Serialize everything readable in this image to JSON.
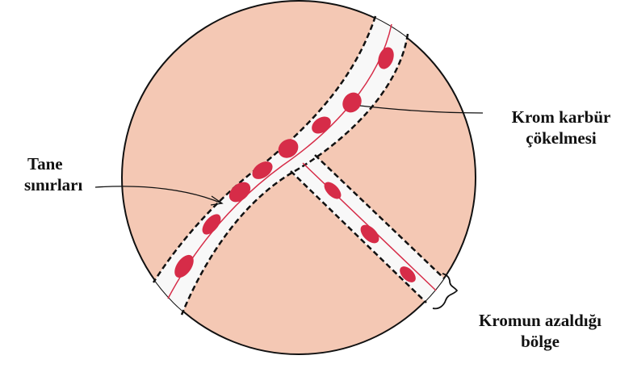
{
  "labels": {
    "grain_boundary": {
      "line1": "Tane",
      "line2": "sınırları"
    },
    "chromium_carbide": {
      "line1": "Krom karbür",
      "line2": "çökelmesi"
    },
    "depleted_zone": {
      "line1": "Kromun azaldığı",
      "line2": "bölge"
    }
  },
  "colors": {
    "grain": "#f4c8b4",
    "boundary_band": "#f8f8f8",
    "carbide": "#d62c48",
    "outline": "#111111"
  }
}
